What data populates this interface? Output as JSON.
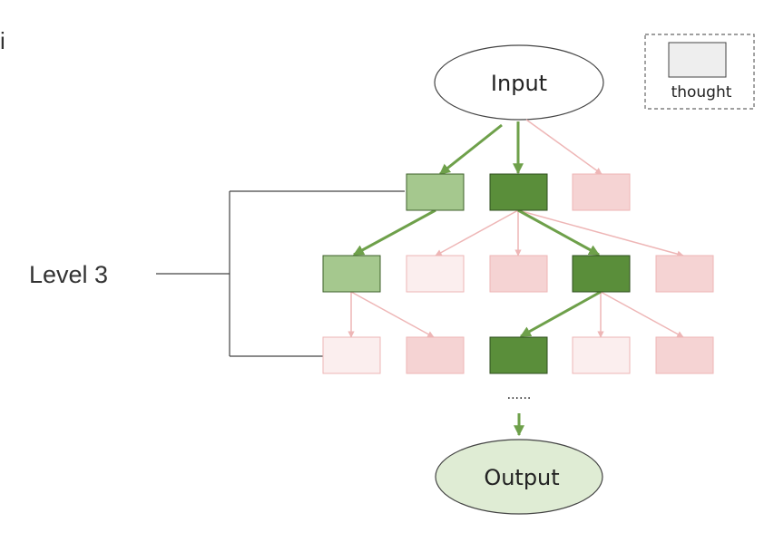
{
  "corner_glyph": "i",
  "level_label": "Level 3",
  "input_label": "Input",
  "output_label": "Output",
  "legend": {
    "label": "thought"
  },
  "continuation": "......",
  "colors": {
    "selected": "#5a8e3a",
    "explored": "#a5c88e",
    "rejected": "#f5d3d3",
    "faded": "#fbeeee",
    "green_arrow": "#6ea04a",
    "pink_arrow": "#eeb6b6",
    "output_fill": "#dfecd4",
    "legend_fill": "#eeeeee"
  }
}
